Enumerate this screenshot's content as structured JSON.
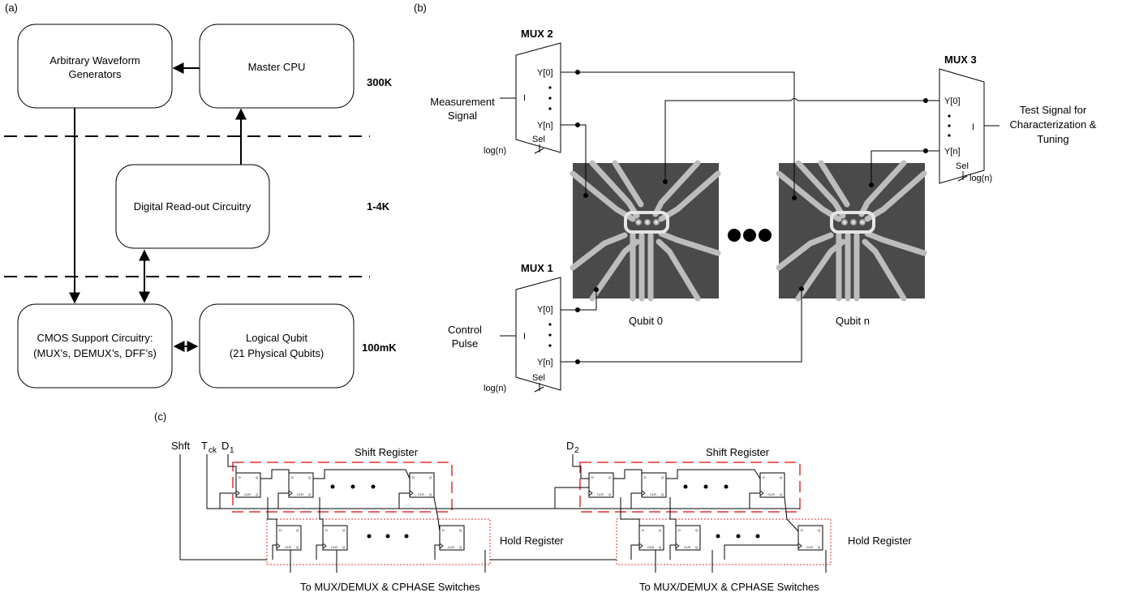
{
  "panel_a": {
    "label": "(a)",
    "blocks": {
      "awg": [
        "Arbitrary Waveform",
        "Generators"
      ],
      "cpu": "Master CPU",
      "readout": "Digital Read-out Circuitry",
      "cmos": [
        "CMOS Support Circuitry:",
        "(MUX’s, DEMUX’s, DFF’s)"
      ],
      "qubit": [
        "Logical Qubit",
        "(21 Physical Qubits)"
      ]
    },
    "temps": [
      "300K",
      "1-4K",
      "100mK"
    ]
  },
  "panel_b": {
    "label": "(b)",
    "mux2": {
      "title": "MUX 2",
      "in": "I",
      "y0": "Y[0]",
      "yn": "Y[n]",
      "sel": "Sel",
      "log": "log(n)"
    },
    "mux1": {
      "title": "MUX 1",
      "in": "I",
      "y0": "Y[0]",
      "yn": "Y[n]",
      "sel": "Sel",
      "log": "log(n)"
    },
    "mux3": {
      "title": "MUX 3",
      "out": "I",
      "y0": "Y[0]",
      "yn": "Y[n]",
      "sel": "Sel",
      "log": "log(n)"
    },
    "measurement": [
      "Measurement",
      "Signal"
    ],
    "control": [
      "Control",
      "Pulse"
    ],
    "test_signal": [
      "Test Signal for",
      "Characterization &",
      "Tuning"
    ],
    "qubit0": "Qubit 0",
    "qubitn": "Qubit n"
  },
  "panel_c": {
    "label": "(c)",
    "shft": "Shft",
    "tck": "T",
    "tck_sub": "ck",
    "d1": "D",
    "d1_sub": "1",
    "d2": "D",
    "d2_sub": "2",
    "shift_register": "Shift Register",
    "hold_register": "Hold Register",
    "to_mux": "To MUX/DEMUX & CPHASE Switches",
    "dff_labels": {
      "d": "D",
      "q": "Q",
      "clr": "CLR",
      "qb": "Q"
    }
  }
}
